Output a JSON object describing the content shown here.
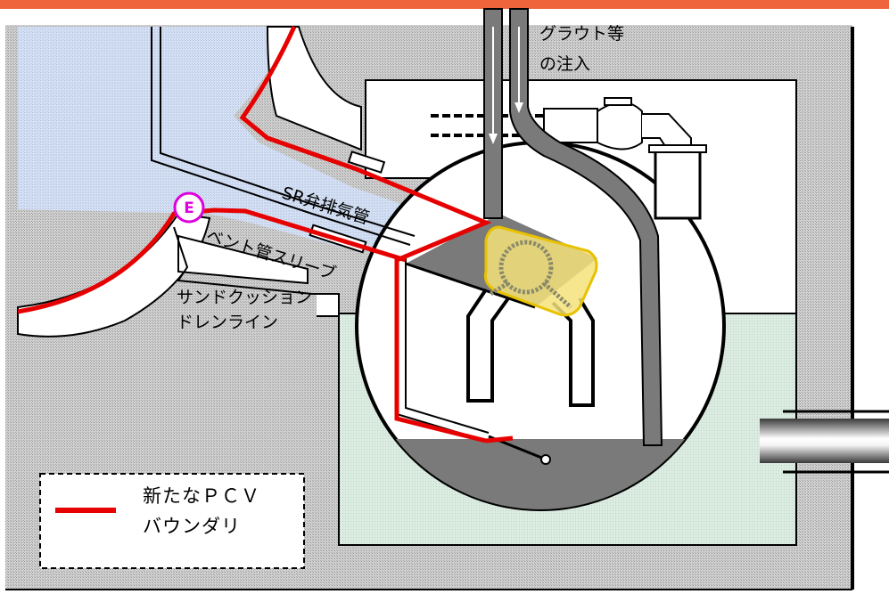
{
  "labels": {
    "grout_line1": "グラウト等",
    "grout_line2": "の注入",
    "sr_pipe": "SR弁排気管",
    "vent_sleeve": "ベント管スリーブ",
    "sand_line1": "サンドクッション",
    "sand_line2": "ドレンライン",
    "marker": "E"
  },
  "legend": {
    "line1": "新たなＰＣＶ",
    "line2": "バウンダリ"
  },
  "colors": {
    "top_bar": "#f0643c",
    "water": "#ccdaf2",
    "concrete": "#c0c0c0",
    "lower_water": "#d4e8dc",
    "grout": "#7a7a7a",
    "boundary": "#e60000",
    "marker": "#dd00dd",
    "highlight": "#f5e27a"
  }
}
